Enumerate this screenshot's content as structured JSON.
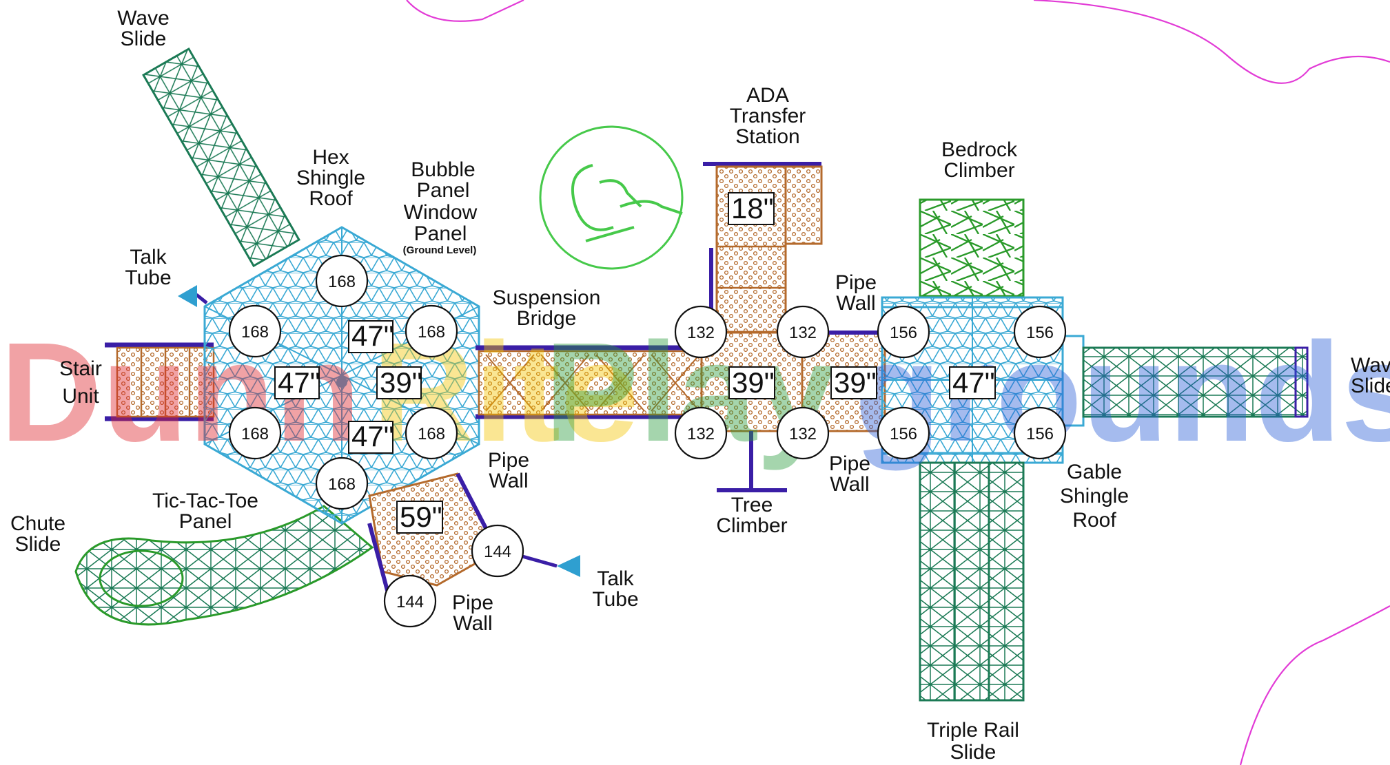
{
  "watermark": {
    "parts": [
      "Dunn",
      "Rite",
      "Play",
      "grounds"
    ],
    "colors": [
      "#e0242c",
      "#f5c400",
      "#2a9c3e",
      "#2b5fd8"
    ]
  },
  "labels": {
    "wave_slide_top": [
      "Wave",
      "Slide"
    ],
    "hex_shingle_roof": [
      "Hex",
      "Shingle",
      "Roof"
    ],
    "bubble_panel": [
      "Bubble",
      "Panel",
      "Window",
      "Panel"
    ],
    "ground_level": "(Ground Level)",
    "talk_tube_top": [
      "Talk",
      "Tube"
    ],
    "stair_unit": [
      "Stair",
      "Unit"
    ],
    "suspension_bridge": [
      "Suspension",
      "Bridge"
    ],
    "ada_transfer": [
      "ADA",
      "Transfer",
      "Station"
    ],
    "bedrock_climber": [
      "Bedrock",
      "Climber"
    ],
    "pipe_wall_top": [
      "Pipe",
      "Wall"
    ],
    "wave_slide_right": [
      "Wave",
      "Slide"
    ],
    "tic_tac_toe": [
      "Tic-Tac-Toe",
      "Panel"
    ],
    "chute_slide": [
      "Chute",
      "Slide"
    ],
    "pipe_wall_hex": [
      "Pipe",
      "Wall"
    ],
    "pipe_wall_bottom": [
      "Pipe",
      "Wall"
    ],
    "talk_tube_bottom": [
      "Talk",
      "Tube"
    ],
    "tree_climber": [
      "Tree",
      "Climber"
    ],
    "pipe_wall_mid": [
      "Pipe",
      "Wall"
    ],
    "gable_roof": [
      "Gable",
      "Shingle",
      "Roof"
    ],
    "triple_rail": [
      "Triple Rail",
      "Slide"
    ]
  },
  "posts": {
    "hex_top": "168",
    "hex_ul": "168",
    "hex_ur": "168",
    "hex_ll": "168",
    "hex_lr": "168",
    "hex_bottom": "168",
    "p144a": "144",
    "p144b": "144",
    "p132a": "132",
    "p132b": "132",
    "p132c": "132",
    "p132d": "132",
    "p156a": "156",
    "p156b": "156",
    "p156c": "156",
    "p156d": "156"
  },
  "deck_heights": {
    "hex_up": "47\"",
    "hex_left": "47\"",
    "hex_right": "39\"",
    "hex_down": "47\"",
    "pent": "59\"",
    "ada": "18\"",
    "mid_a": "39\"",
    "mid_b": "39\"",
    "big": "47\""
  },
  "colors": {
    "deck": "#45b6da",
    "plank": "#b46a2c",
    "slide": "#1b7a55",
    "climber": "#2a9a2a",
    "frame": "#3a1ea6",
    "boundary": "#e23bd6",
    "ada_symbol": "#46c94a",
    "talk_tube": "#2f9fd0"
  }
}
